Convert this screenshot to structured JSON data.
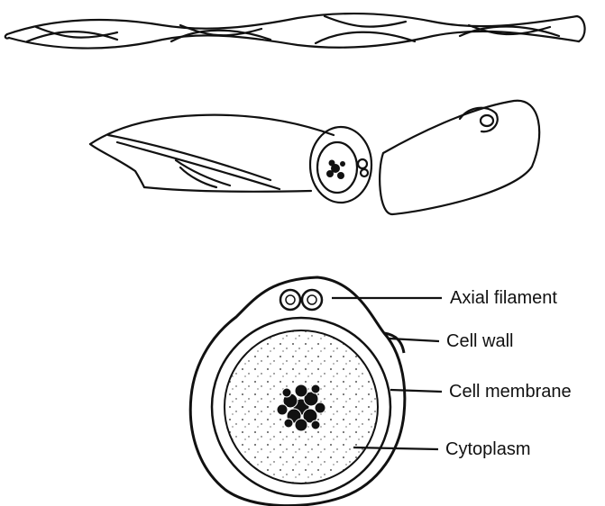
{
  "labels": {
    "axial_filament": "Axial filament",
    "cell_wall": "Cell wall",
    "cell_membrane": "Cell membrane",
    "cytoplasm": "Cytoplasm"
  },
  "colors": {
    "ink": "#111111",
    "background": "#ffffff"
  }
}
